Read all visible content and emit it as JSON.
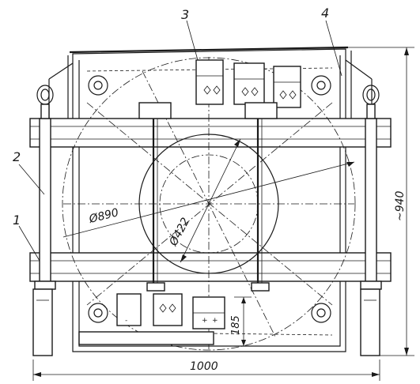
{
  "callouts": {
    "part_1": "1",
    "part_2": "2",
    "part_3": "3",
    "part_4": "4"
  },
  "dimensions": {
    "outer_diameter": "Ø890",
    "inner_diameter": "Ø422",
    "overall_height": "~940",
    "lower_offset": "185",
    "overall_width": "1000"
  },
  "terminal_marks": {
    "plus": "+",
    "minus": "-"
  }
}
